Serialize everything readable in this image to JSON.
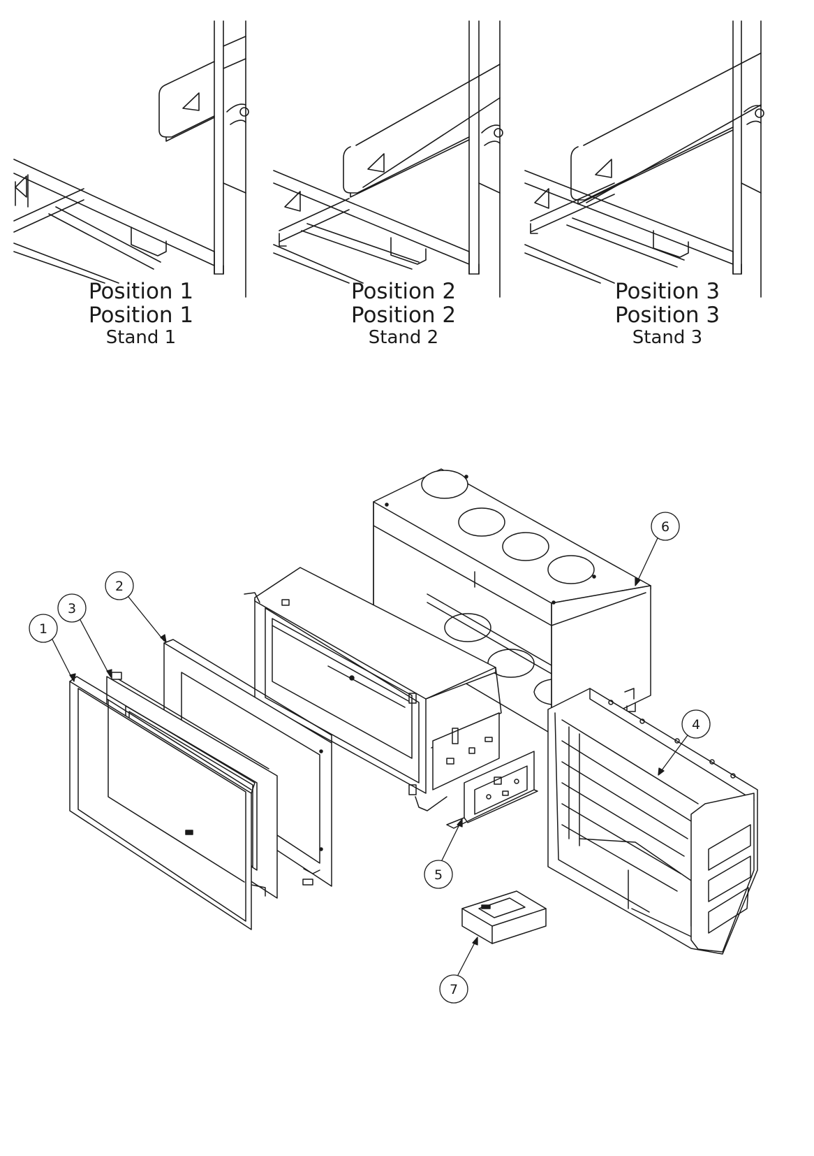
{
  "positions": [
    {
      "line1": "Position 1",
      "line2": "Position 1",
      "line3": "Stand 1"
    },
    {
      "line1": "Position 2",
      "line2": "Position 2",
      "line3": "Stand 2"
    },
    {
      "line1": "Position 3",
      "line2": "Position 3",
      "line3": "Stand 3"
    }
  ],
  "callouts": [
    "1",
    "2",
    "3",
    "4",
    "5",
    "6",
    "7"
  ],
  "colors": {
    "line": "#1a1a1a",
    "background": "#ffffff"
  }
}
